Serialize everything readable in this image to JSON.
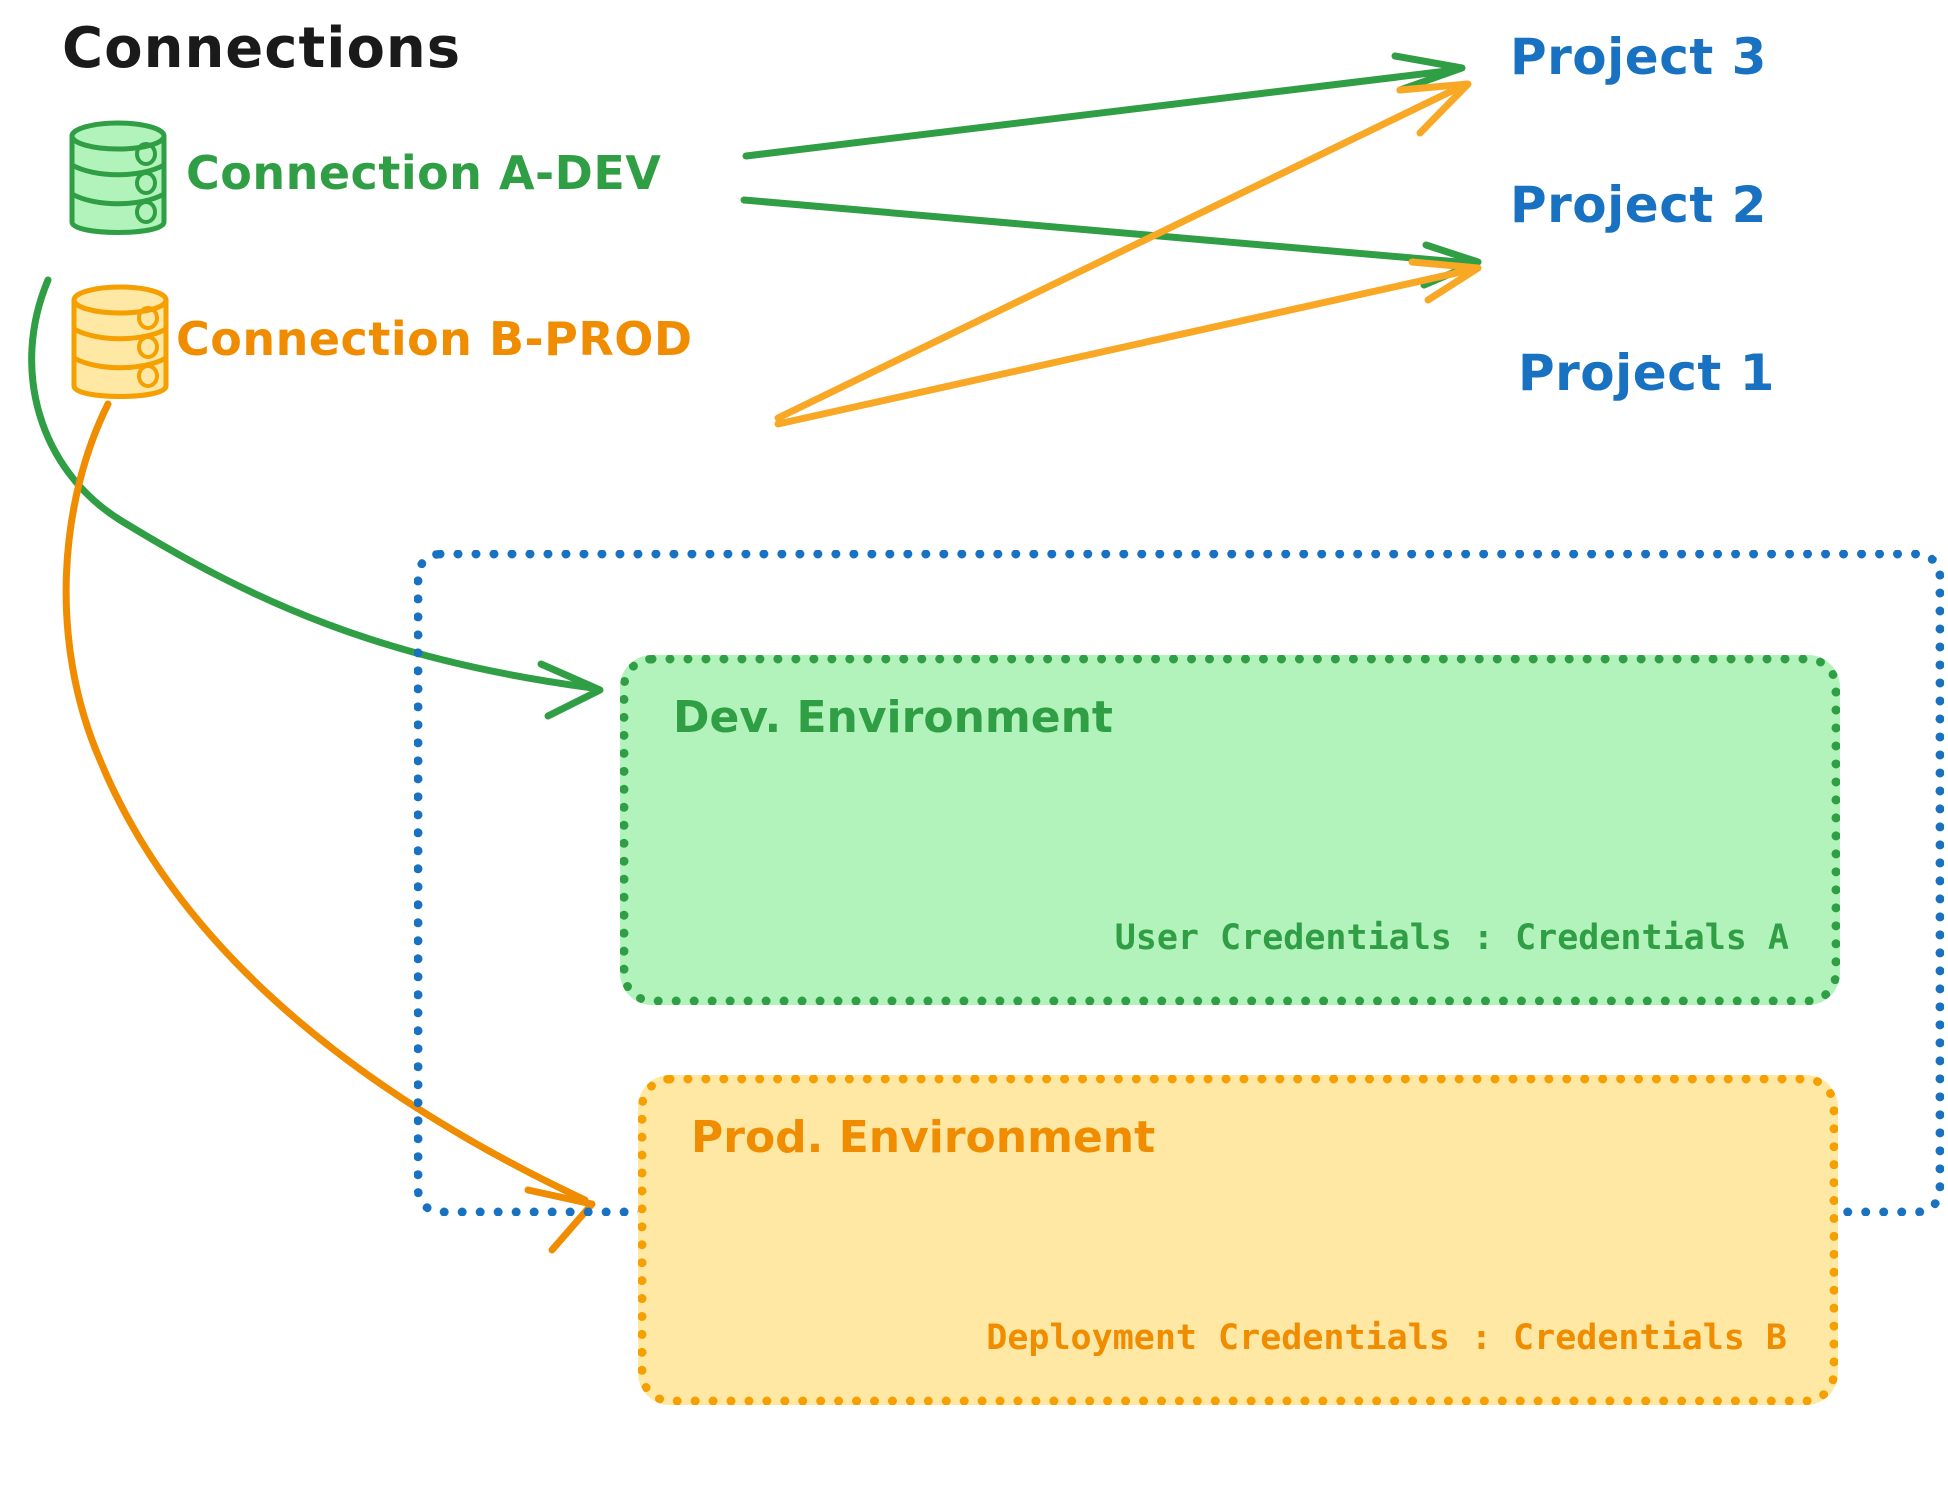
{
  "diagram": {
    "title": "Connections",
    "connections": [
      {
        "id": "a-dev",
        "label": "Connection A-DEV",
        "color": "#2f9e44",
        "icon": "database-cylinder-icon"
      },
      {
        "id": "b-prod",
        "label": "Connection B-PROD",
        "color": "#f08c00",
        "icon": "database-cylinder-icon"
      }
    ],
    "projects": [
      {
        "id": "project-3",
        "label": "Project 3",
        "color": "#1971c2"
      },
      {
        "id": "project-2",
        "label": "Project 2",
        "color": "#1971c2"
      },
      {
        "id": "project-1",
        "label": "Project 1",
        "color": "#1971c2"
      }
    ],
    "project1_container": {
      "border_color": "#1971c2",
      "border_style": "dotted"
    },
    "environments": [
      {
        "id": "dev",
        "title": "Dev. Environment",
        "credentials_label": "User Credentials : Credentials A",
        "fill": "#b2f2bb",
        "border_color": "#2f9e44"
      },
      {
        "id": "prod",
        "title": "Prod. Environment",
        "credentials_label": "Deployment Credentials : Credentials B",
        "fill": "#ffe8a3",
        "border_color": "#f59f00"
      }
    ],
    "edges": [
      {
        "id": "a-dev-to-project-3",
        "from": "a-dev",
        "to": "project-3",
        "color": "#2f9e44"
      },
      {
        "id": "a-dev-to-project-2",
        "from": "a-dev",
        "to": "project-2",
        "color": "#2f9e44"
      },
      {
        "id": "b-prod-to-project-3",
        "from": "b-prod",
        "to": "project-3",
        "color": "#f9a825"
      },
      {
        "id": "b-prod-to-project-2",
        "from": "b-prod",
        "to": "project-2",
        "color": "#f9a825"
      },
      {
        "id": "a-dev-to-dev-environment",
        "from": "a-dev",
        "to": "dev",
        "color": "#2f9e44"
      },
      {
        "id": "b-prod-to-prod-environment",
        "from": "b-prod",
        "to": "prod",
        "color": "#f08c00"
      }
    ]
  }
}
